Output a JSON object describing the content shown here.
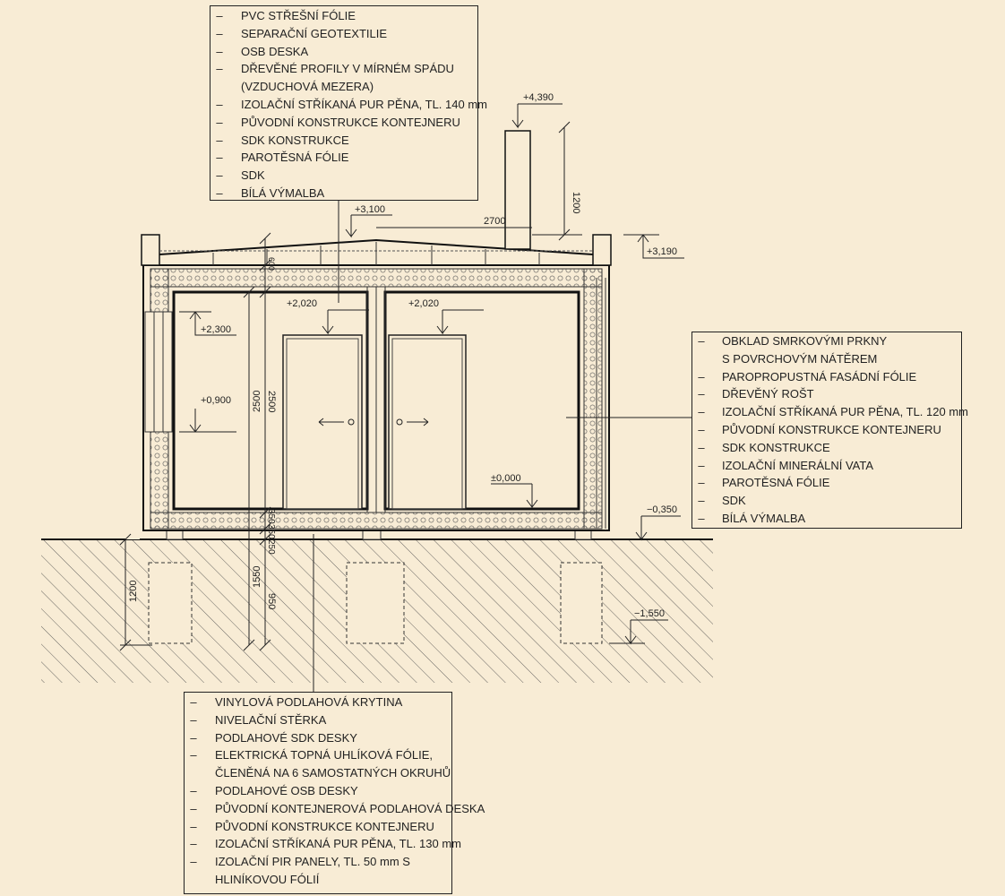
{
  "roof_note": [
    {
      "text": "PVC STŘEŠNÍ FÓLIE",
      "dash": true
    },
    {
      "text": "SEPARAČNÍ GEOTEXTILIE",
      "dash": true
    },
    {
      "text": "OSB DESKA",
      "dash": true
    },
    {
      "text": "DŘEVĚNÉ PROFILY V MÍRNÉM SPÁDU",
      "dash": true
    },
    {
      "text": "(VZDUCHOVÁ MEZERA)",
      "dash": false
    },
    {
      "text": "IZOLAČNÍ STŘÍKANÁ PUR PĚNA, TL. 140 mm",
      "dash": true
    },
    {
      "text": "PŮVODNÍ KONSTRUKCE KONTEJNERU",
      "dash": true
    },
    {
      "text": "SDK KONSTRUKCE",
      "dash": true
    },
    {
      "text": "PAROTĚSNÁ FÓLIE",
      "dash": true
    },
    {
      "text": "SDK",
      "dash": true
    },
    {
      "text": "BÍLÁ VÝMALBA",
      "dash": true
    }
  ],
  "wall_note": [
    {
      "text": "OBKLAD SMRKOVÝMI PRKNY",
      "dash": true
    },
    {
      "text": "S POVRCHOVÝM NÁTĚREM",
      "dash": false
    },
    {
      "text": "PAROPROPUSTNÁ FASÁDNÍ FÓLIE",
      "dash": true
    },
    {
      "text": "DŘEVĚNÝ ROŠT",
      "dash": true
    },
    {
      "text": "IZOLAČNÍ STŘÍKANÁ PUR PĚNA, TL. 120 mm",
      "dash": true
    },
    {
      "text": "PŮVODNÍ KONSTRUKCE KONTEJNERU",
      "dash": true
    },
    {
      "text": "SDK KONSTRUKCE",
      "dash": true
    },
    {
      "text": "IZOLAČNÍ MINERÁLNÍ VATA",
      "dash": true
    },
    {
      "text": "PAROTĚSNÁ FÓLIE",
      "dash": true
    },
    {
      "text": "SDK",
      "dash": true
    },
    {
      "text": "BÍLÁ VÝMALBA",
      "dash": true
    }
  ],
  "floor_note": [
    {
      "text": "VINYLOVÁ PODLAHOVÁ KRYTINA",
      "dash": true
    },
    {
      "text": "NIVELAČNÍ STĚRKA",
      "dash": true
    },
    {
      "text": "PODLAHOVÉ SDK DESKY",
      "dash": true
    },
    {
      "text": "ELEKTRICKÁ TOPNÁ UHLÍKOVÁ FÓLIE,",
      "dash": true
    },
    {
      "text": "ČLENĚNÁ NA 6 SAMOSTATNÝCH OKRUHŮ",
      "dash": false
    },
    {
      "text": "PODLAHOVÉ OSB DESKY",
      "dash": true
    },
    {
      "text": "PŮVODNÍ KONTEJNEROVÁ PODLAHOVÁ DESKA",
      "dash": true
    },
    {
      "text": "PŮVODNÍ KONSTRUKCE KONTEJNERU",
      "dash": true
    },
    {
      "text": "IZOLAČNÍ STŘÍKANÁ PUR PĚNA, TL. 130 mm",
      "dash": true
    },
    {
      "text": "IZOLAČNÍ PIR PANELY, TL. 50 mm S",
      "dash": true
    },
    {
      "text": "HLINÍKOVOU FÓLIÍ",
      "dash": false
    }
  ],
  "levels": {
    "chimney_top": "+4,390",
    "roof_top": "+3,100",
    "parapet": "+3,190",
    "door_left": "+2,020",
    "door_right": "+2,020",
    "window_top": "+2,300",
    "window_sill": "+0,900",
    "floor": "±0,000",
    "terrain": "−0,350",
    "footing": "−1,550"
  },
  "dims": {
    "chimney_height": "1200",
    "roof_span": "2700",
    "roof_thickness": "600",
    "height_left": "2500",
    "height_right": "2500",
    "floor_a": "350",
    "floor_b": "350",
    "floor_c": "250",
    "foundation_depth": "1550",
    "footing_depth": "1200",
    "footing_height": "950"
  }
}
